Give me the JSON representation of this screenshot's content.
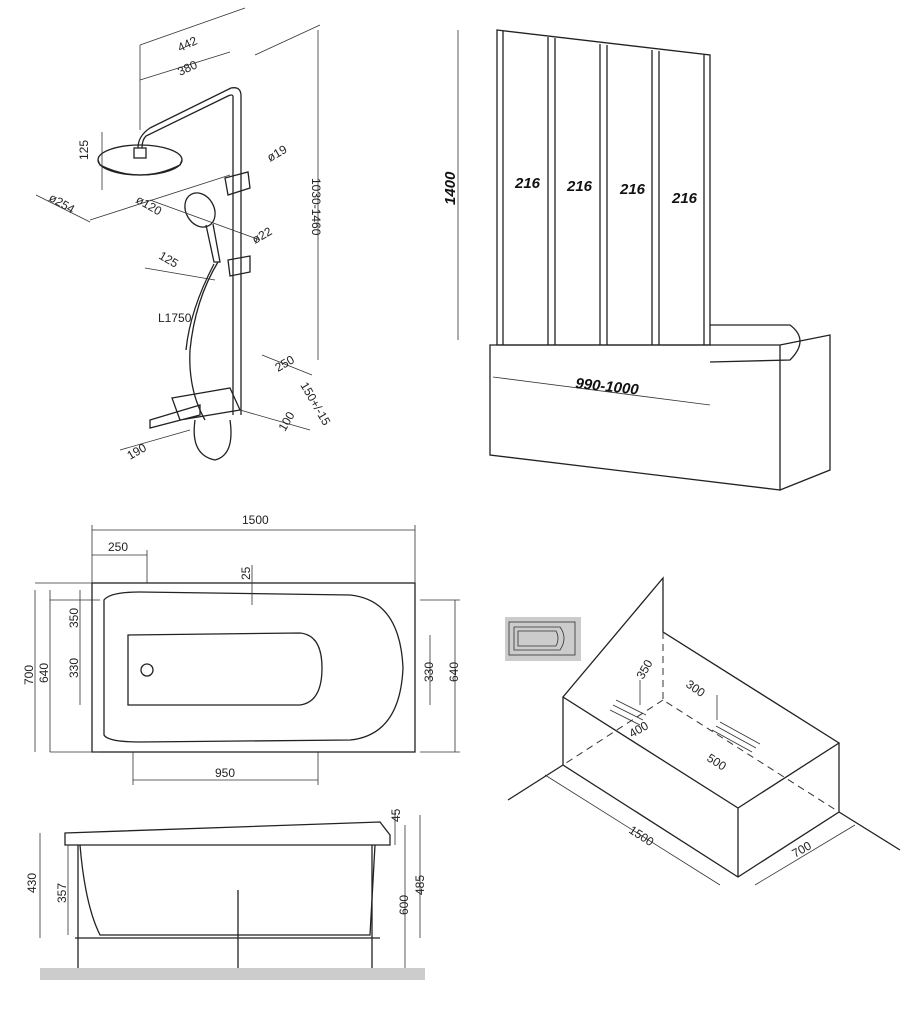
{
  "shower": {
    "d442": "442",
    "d380": "380",
    "d125a": "125",
    "d254": "ø254",
    "d120": "ø120",
    "d19": "ø19",
    "d22": "ø22",
    "d125b": "125",
    "hose": "L1750",
    "height": "1030-1460",
    "d250": "250",
    "d150": "150+/-15",
    "d100": "100",
    "d190": "190"
  },
  "screen": {
    "height": "1400",
    "panels": [
      "216",
      "216",
      "216",
      "216"
    ],
    "width": "990-1000"
  },
  "plan": {
    "length": "1500",
    "d250": "250",
    "d25": "25",
    "d700": "700",
    "d640l": "640",
    "d350": "350",
    "d330l": "330",
    "d330r": "330",
    "d640r": "640",
    "d950": "950"
  },
  "side": {
    "d430": "430",
    "d357": "357",
    "d45": "45",
    "d600": "600",
    "d485": "485"
  },
  "iso": {
    "d350": "350",
    "d300": "300",
    "d400": "400",
    "d500": "500",
    "d1500": "1500",
    "d700": "700"
  }
}
